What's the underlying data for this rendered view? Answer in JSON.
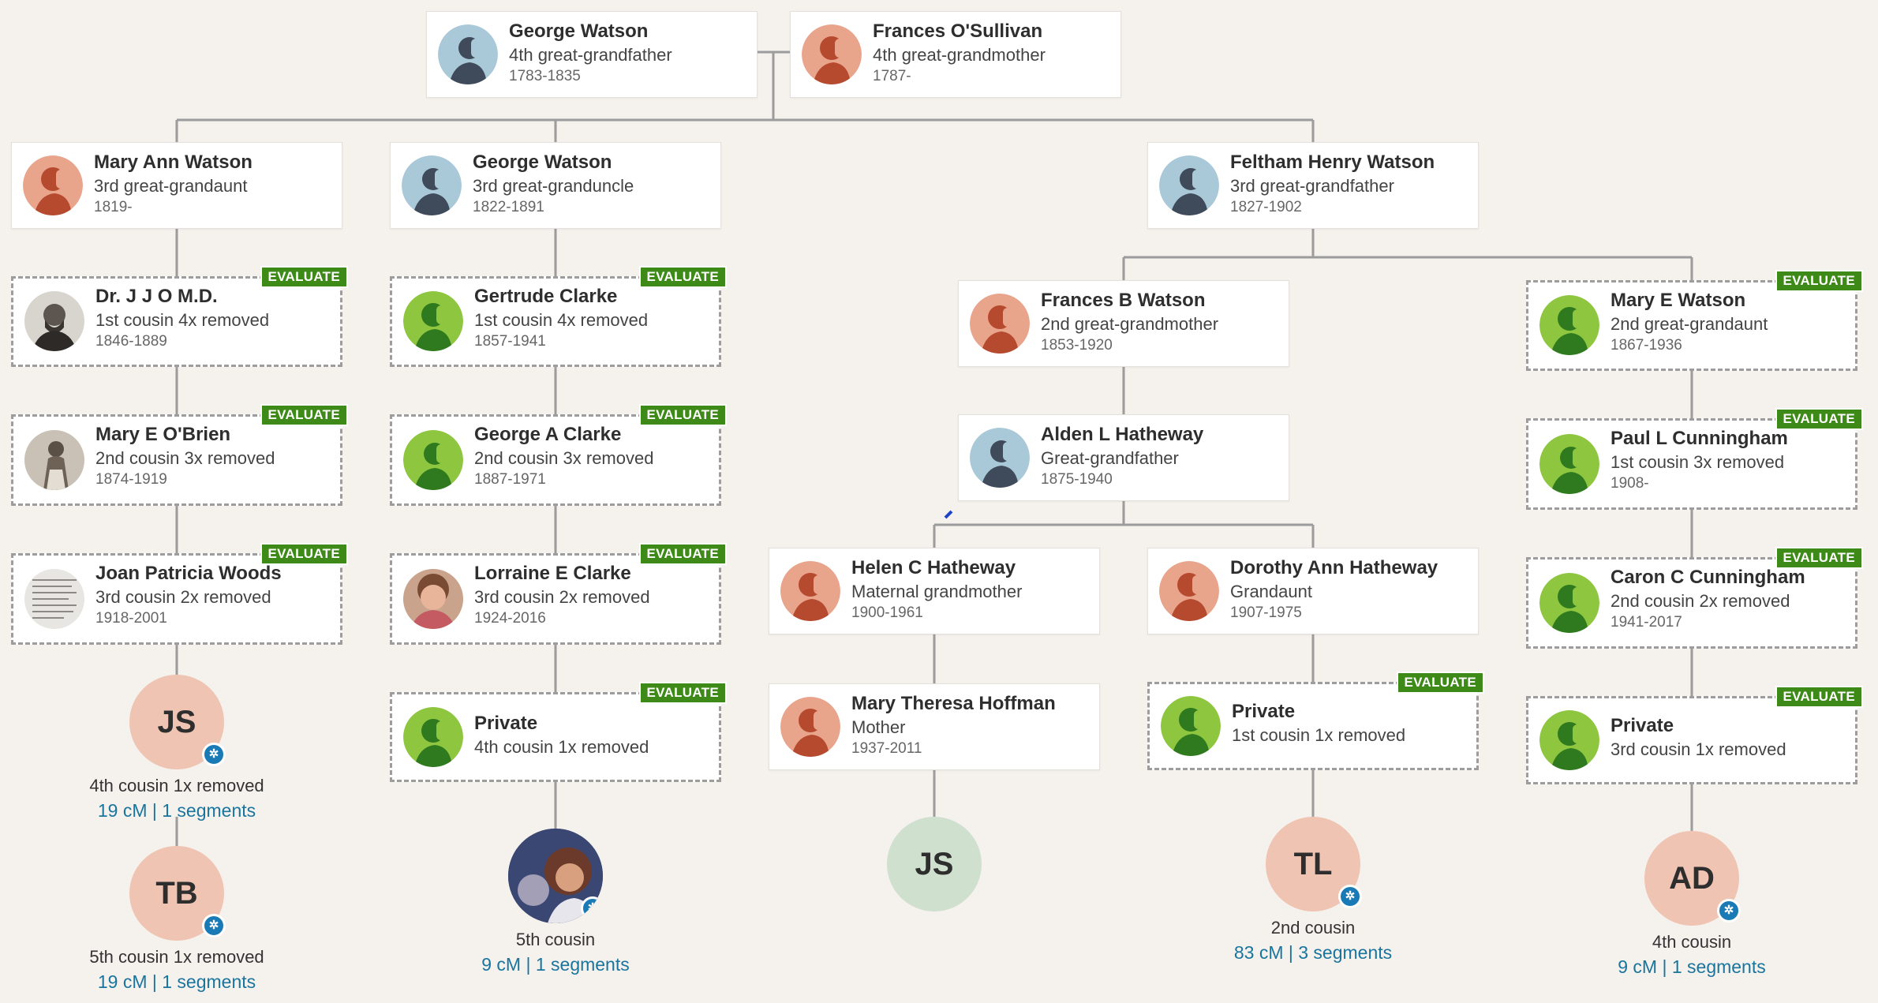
{
  "evaluate_label": "EVALUATE",
  "cm_separator": " | ",
  "dna_icon": "dna-icon",
  "colors": {
    "background": "#f5f1ed",
    "line": "#9c9c9c",
    "evaluate_badge": "#3e8a18",
    "dna_link": "#19759e",
    "female_avatar": "#e9a48c",
    "male_avatar": "#a9c8d8",
    "unverified_avatar": "#8ec63f"
  },
  "people": {
    "george_watson_sr": {
      "name": "George Watson",
      "relation": "4th great-grandfather",
      "years": "1783-1835",
      "avatar": "male-silhouette"
    },
    "frances_osullivan": {
      "name": "Frances O'Sullivan",
      "relation": "4th great-grandmother",
      "years": "1787-",
      "avatar": "female-silhouette"
    },
    "mary_ann_watson": {
      "name": "Mary Ann Watson",
      "relation": "3rd great-grandaunt",
      "years": "1819-",
      "avatar": "female-silhouette"
    },
    "george_watson_jr": {
      "name": "George Watson",
      "relation": "3rd great-granduncle",
      "years": "1822-1891",
      "avatar": "male-silhouette"
    },
    "feltham_henry_watson": {
      "name": "Feltham Henry Watson",
      "relation": "3rd great-grandfather",
      "years": "1827-1902",
      "avatar": "male-silhouette"
    },
    "dr_jjo": {
      "name": "Dr. J J O M.D.",
      "relation": "1st cousin 4x removed",
      "years": "1846-1889",
      "avatar": "photo"
    },
    "mary_e_obrien": {
      "name": "Mary E O'Brien",
      "relation": "2nd cousin 3x removed",
      "years": "1874-1919",
      "avatar": "photo"
    },
    "joan_patricia_woods": {
      "name": "Joan Patricia Woods",
      "relation": "3rd cousin 2x removed",
      "years": "1918-2001",
      "avatar": "photo"
    },
    "gertrude_clarke": {
      "name": "Gertrude Clarke",
      "relation": "1st cousin 4x removed",
      "years": "1857-1941",
      "avatar": "green-female-silhouette"
    },
    "george_a_clarke": {
      "name": "George A Clarke",
      "relation": "2nd cousin 3x removed",
      "years": "1887-1971",
      "avatar": "green-male-silhouette"
    },
    "lorraine_e_clarke": {
      "name": "Lorraine E Clarke",
      "relation": "3rd cousin 2x removed",
      "years": "1924-2016",
      "avatar": "photo"
    },
    "private_1": {
      "name": "Private",
      "relation": "4th cousin 1x removed",
      "years": "",
      "avatar": "green-female-silhouette"
    },
    "frances_b_watson": {
      "name": "Frances B Watson",
      "relation": "2nd great-grandmother",
      "years": "1853-1920",
      "avatar": "female-silhouette"
    },
    "alden_l_hatheway": {
      "name": "Alden L Hatheway",
      "relation": "Great-grandfather",
      "years": "1875-1940",
      "avatar": "male-silhouette"
    },
    "helen_c_hatheway": {
      "name": "Helen C Hatheway",
      "relation": "Maternal grandmother",
      "years": "1900-1961",
      "avatar": "female-silhouette"
    },
    "dorothy_ann_hatheway": {
      "name": "Dorothy Ann Hatheway",
      "relation": "Grandaunt",
      "years": "1907-1975",
      "avatar": "female-silhouette"
    },
    "mary_theresa_hoffman": {
      "name": "Mary Theresa Hoffman",
      "relation": "Mother",
      "years": "1937-2011",
      "avatar": "female-silhouette"
    },
    "private_2": {
      "name": "Private",
      "relation": "1st cousin 1x removed",
      "years": "",
      "avatar": "green-female-silhouette"
    },
    "mary_e_watson": {
      "name": "Mary E Watson",
      "relation": "2nd great-grandaunt",
      "years": "1867-1936",
      "avatar": "green-female-silhouette"
    },
    "paul_l_cunningham": {
      "name": "Paul L Cunningham",
      "relation": "1st cousin 3x removed",
      "years": "1908-",
      "avatar": "green-male-silhouette"
    },
    "caron_c_cunningham": {
      "name": "Caron C Cunningham",
      "relation": "2nd cousin 2x removed",
      "years": "1941-2017",
      "avatar": "green-female-silhouette"
    },
    "private_3": {
      "name": "Private",
      "relation": "3rd cousin 1x removed",
      "years": "",
      "avatar": "green-female-silhouette"
    }
  },
  "matches": {
    "js_1": {
      "initials": "JS",
      "relation": "4th cousin 1x removed",
      "cm": "19 cM",
      "segments": "1 segments"
    },
    "tb": {
      "initials": "TB",
      "relation": "5th cousin 1x removed",
      "cm": "19 cM",
      "segments": "1 segments"
    },
    "photo_match": {
      "initials": "",
      "relation": "5th cousin",
      "cm": "9 cM",
      "segments": "1 segments"
    },
    "js_you": {
      "initials": "JS"
    },
    "tl": {
      "initials": "TL",
      "relation": "2nd cousin",
      "cm": "83 cM",
      "segments": "3 segments"
    },
    "ad": {
      "initials": "AD",
      "relation": "4th cousin",
      "cm": "9 cM",
      "segments": "1 segments"
    }
  }
}
